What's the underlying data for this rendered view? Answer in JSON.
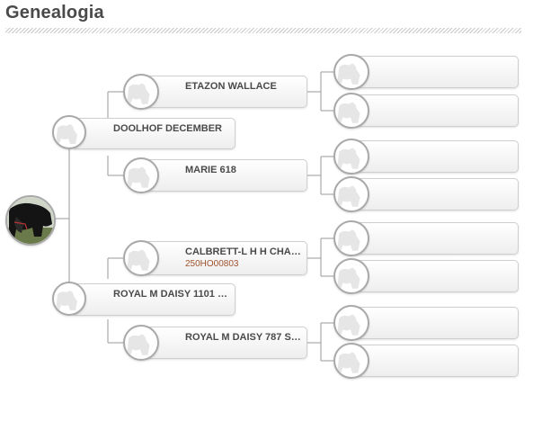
{
  "header": {
    "title": "Genealogia"
  },
  "subject": {
    "photo_icon": "cow-photo-icon"
  },
  "parents": [
    {
      "name": "DOOLHOF DECEMBER",
      "code": ""
    },
    {
      "name": "ROYAL M DAISY 1101 CHAM...",
      "code": ""
    }
  ],
  "grandparents": [
    {
      "name": "ETAZON WALLACE",
      "code": ""
    },
    {
      "name": "MARIE 618",
      "code": ""
    },
    {
      "name": "CALBRETT-L H H CHAMPION",
      "code": "250HO00803"
    },
    {
      "name": "ROYAL M DAISY 787 SHARK",
      "code": ""
    }
  ],
  "great_grandparents": [
    {
      "name": ""
    },
    {
      "name": ""
    },
    {
      "name": ""
    },
    {
      "name": ""
    },
    {
      "name": ""
    },
    {
      "name": ""
    },
    {
      "name": ""
    },
    {
      "name": ""
    }
  ],
  "colors": {
    "code_text": "#a0522d",
    "line": "#9a9a9a",
    "avatar_border": "#a9a9a9"
  },
  "icons": {
    "placeholder": "cow-silhouette-icon"
  }
}
